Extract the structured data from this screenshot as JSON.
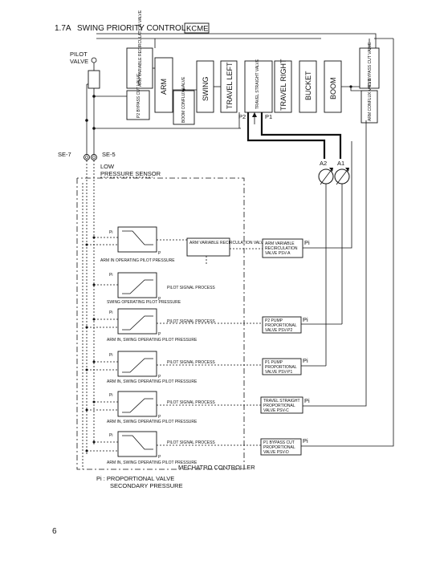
{
  "header": {
    "section_number": "1.7A",
    "title": "SWING PRIORITY CONTROL",
    "tag": "KCME"
  },
  "pilot_valve": {
    "label_line1": "PILOT",
    "label_line2": "VALVE"
  },
  "sensors": {
    "se7": "SE-7",
    "se5": "SE-5",
    "low_pressure_line1": "LOW",
    "low_pressure_line2": "PRESSURE SENSOR"
  },
  "valve_block": {
    "arm_variable_recirculation": "ARM VARIABLE RECIRCULATION VALVE",
    "p2_bypass_cut": "P2 BYPASS CUT VALVE",
    "arm": "ARM",
    "boom_conflux": "BOOM CONFLUX VALVE",
    "swing": "SWING",
    "travel_left": "TRAVEL LEFT",
    "travel_straight": "TRAVEL STRAIGHT VALVE",
    "travel_right": "TRAVEL RIGHT",
    "bucket": "BUCKET",
    "boom": "BOOM",
    "p1_bypass_cut": "P1 BYPASS CUT VALVE",
    "arm_conflux": "ARM CONFLUX VALVE",
    "port_p2": "P2",
    "port_p1": "P1"
  },
  "pumps": {
    "a2": "A2",
    "a1": "A1"
  },
  "controller": {
    "blocks": [
      {
        "process": "ARM VARIABLE RECIRCULATION VALVE COMMAND",
        "input": "ARM IN OPERATING PILOT PRESSURE",
        "output_valve_line1": "ARM VARIABLE",
        "output_valve_line2": "RECIRCULATION",
        "output_valve_line3": "VALVE PSV-A",
        "pi": "Pi"
      },
      {
        "process": "PILOT SIGNAL PROCESS",
        "input": "SWING OPERATING PILOT PRESSURE"
      },
      {
        "process": "PILOT SIGNAL PROCESS",
        "input": "ARM IN, SWING OPERATING PILOT PRESSURE",
        "output_valve_line1": "P2 PUMP",
        "output_valve_line2": "PROPORTIONAL",
        "output_valve_line3": "VALVE PSV-P2",
        "pi": "Pi"
      },
      {
        "process": "PILOT SIGNAL PROCESS",
        "input": "ARM IN, SWING OPERATING PILOT PRESSURE",
        "output_valve_line1": "P1 PUMP",
        "output_valve_line2": "PROPORTIONAL",
        "output_valve_line3": "VALVE PSV-P1",
        "pi": "Pi"
      },
      {
        "process": "PILOT SIGNAL PROCESS",
        "input": "ARM IN, SWING OPERATING PILOT PRESSURE",
        "output_valve_line1": "TRAVEL STRAIGHT",
        "output_valve_line2": "PROPORTIONAL",
        "output_valve_line3": "VALVE PSV-C",
        "pi": "Pi"
      },
      {
        "process": "PILOT SIGNAL PROCESS",
        "input": "ARM IN, SWING OPERATING PILOT PRESSURE",
        "output_valve_line1": "P1 BYPASS CUT",
        "output_valve_line2": "PROPORTIONAL",
        "output_valve_line3": "VALVE PSV-D",
        "pi": "Pi"
      }
    ],
    "graph_axis_pi": "Pi",
    "graph_axis_p": "P",
    "mechatro": "MECHATRO CONTROLLER"
  },
  "footnote": {
    "line1": "Pi : PROPORTIONAL VALVE",
    "line2": "SECONDARY PRESSURE"
  },
  "page_number": "6"
}
